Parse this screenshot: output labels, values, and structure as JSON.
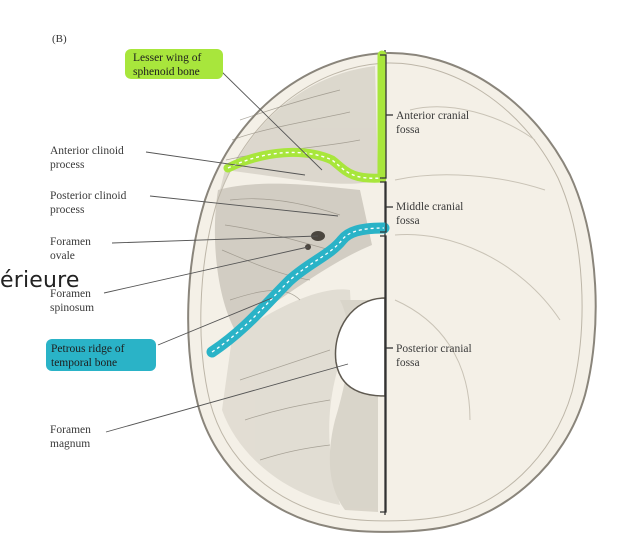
{
  "panel_label": "(B)",
  "labels_left": {
    "lesser_wing": [
      "Lesser wing of",
      "sphenoid bone"
    ],
    "anterior_clinoid": [
      "Anterior clinoid",
      "process"
    ],
    "posterior_clinoid": [
      "Posterior clinoid",
      "process"
    ],
    "foramen_ovale": [
      "Foramen",
      "ovale"
    ],
    "foramen_spinosum": [
      "Foramen",
      "spinosum"
    ],
    "petrous_ridge": [
      "Petrous ridge of",
      "temporal bone"
    ],
    "foramen_magnum": [
      "Foramen",
      "magnum"
    ]
  },
  "labels_right": {
    "anterior_fossa": [
      "Anterior cranial",
      "fossa"
    ],
    "middle_fossa": [
      "Middle cranial",
      "fossa"
    ],
    "posterior_fossa": [
      "Posterior cranial",
      "fossa"
    ]
  },
  "overlay_text": "érieure",
  "colors": {
    "green_highlight": "#a8e63c",
    "cyan_highlight": "#2ab3c7",
    "bone_fill": "#f3efe6",
    "bone_outline": "#8a857b",
    "leader": "#555555"
  }
}
